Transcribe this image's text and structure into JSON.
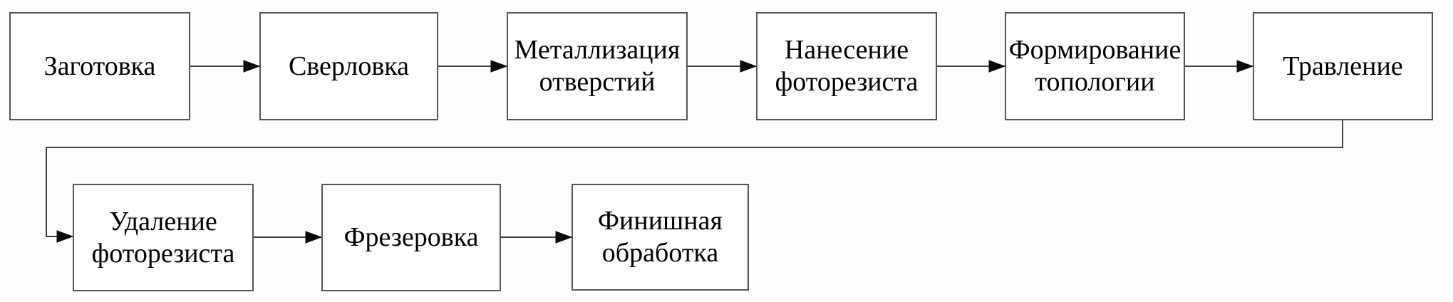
{
  "diagram": {
    "type": "flowchart",
    "language": "ru",
    "nodes": [
      {
        "id": "zagotovka",
        "label": "Заготовка"
      },
      {
        "id": "sverlovka",
        "label": "Сверловка"
      },
      {
        "id": "metallizacia-otverstiy",
        "label": "Металлизация отверстий"
      },
      {
        "id": "nanesenie-fotorezista",
        "label": "Нанесение фоторезиста"
      },
      {
        "id": "formirovanie-topologii",
        "label": "Формирование топологии"
      },
      {
        "id": "travlenie",
        "label": "Травление"
      },
      {
        "id": "udalenie-fotorezista",
        "label": "Удаление фоторезиста"
      },
      {
        "id": "frezerovka",
        "label": "Фрезеровка"
      },
      {
        "id": "finishnaya-obrabotka",
        "label": "Финишная обработка"
      }
    ],
    "edges": [
      {
        "from": "Заготовка",
        "to": "Сверловка"
      },
      {
        "from": "Сверловка",
        "to": "Металлизация отверстий"
      },
      {
        "from": "Металлизация отверстий",
        "to": "Нанесение фоторезиста"
      },
      {
        "from": "Нанесение фоторезиста",
        "to": "Формирование топологии"
      },
      {
        "from": "Формирование топологии",
        "to": "Травление"
      },
      {
        "from": "Травление",
        "to": "Удаление фоторезиста"
      },
      {
        "from": "Удаление фоторезиста",
        "to": "Фрезеровка"
      },
      {
        "from": "Фрезеровка",
        "to": "Финишная обработка"
      }
    ],
    "colors": {
      "background": "#fdfdfd",
      "box_fill": "#ffffff",
      "box_border": "#545454",
      "connector_line": "#3f3f3f",
      "arrowhead": "#0a0a0a",
      "text": "#000000"
    }
  }
}
